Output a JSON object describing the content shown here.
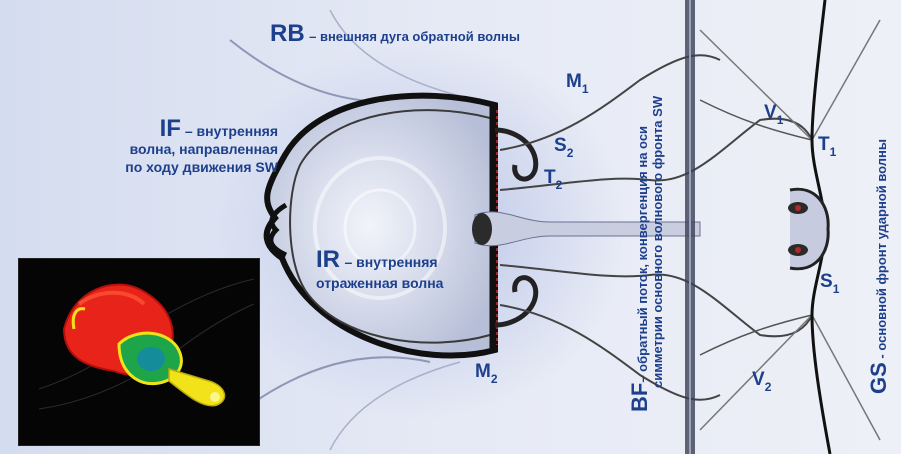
{
  "colors": {
    "label_blue": "#1d3f8c",
    "background": "#dde3f3",
    "wave_dark": "#1a1a1a",
    "inset_red": "#e8241a",
    "inset_green": "#1ea54a",
    "inset_yellow": "#f2e21a"
  },
  "labels": {
    "rb": {
      "symbol": "RB",
      "text": "– внешняя дуга обратной волны"
    },
    "if": {
      "symbol": "IF",
      "line1": "– внутренняя",
      "line2": "волна, направленная",
      "line3": "по ходу движения SW"
    },
    "ir": {
      "symbol": "IR",
      "line1": "– внутренняя",
      "line2": "отраженная волна"
    },
    "m1": {
      "symbol": "M",
      "sub": "1"
    },
    "m2": {
      "symbol": "M",
      "sub": "2"
    },
    "s2": {
      "symbol": "S",
      "sub": "2"
    },
    "t2": {
      "symbol": "T",
      "sub": "2"
    },
    "v1": {
      "symbol": "V",
      "sub": "1"
    },
    "v2": {
      "symbol": "V",
      "sub": "2"
    },
    "t1": {
      "symbol": "T",
      "sub": "1"
    },
    "s1": {
      "symbol": "S",
      "sub": "1"
    },
    "bf": {
      "symbol": "BF",
      "line1": "– обратный поток, конвергенция на оси",
      "line2": "симметрии основного волнового фронта SW"
    },
    "gs": {
      "symbol": "GS",
      "text": " - основной фронт ударной волны"
    }
  },
  "inset": {
    "icon": "bubble-simulation-render"
  }
}
